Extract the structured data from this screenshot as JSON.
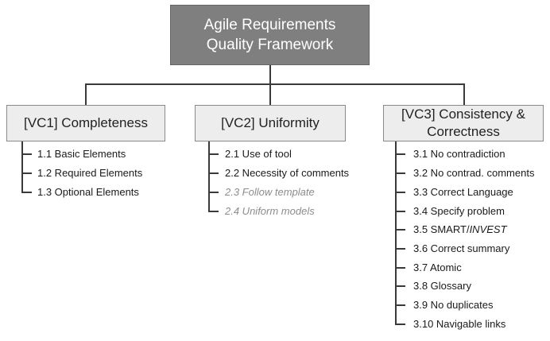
{
  "root": {
    "line1": "Agile Requirements",
    "line2": "Quality Framework"
  },
  "categories": [
    {
      "label": "[VC1] Completeness",
      "items": [
        "1.1 Basic Elements",
        "1.2 Required Elements",
        "1.3 Optional Elements"
      ]
    },
    {
      "label": "[VC2] Uniformity",
      "items": [
        "2.1 Use of tool",
        "2.2 Necessity of comments",
        "2.3 Follow template",
        "2.4 Uniform models"
      ]
    },
    {
      "label_line1": "[VC3] Consistency &",
      "label_line2": "Correctness",
      "items": [
        "3.1 No contradiction",
        "3.2 No contrad. comments",
        "3.3 Correct Language",
        "3.4 Specify problem",
        "3.5 SMART/",
        "3.6 Correct summary",
        "3.7 Atomic",
        "3.8 Glossary",
        "3.9 No duplicates",
        "3.10 Navigable links"
      ],
      "item_3_5_italic": "INVEST"
    }
  ],
  "colors": {
    "root_fill": "#7f7f7f",
    "category_fill": "#ededed",
    "connector": "#3a3a3a",
    "muted_text": "#8c8c8c"
  }
}
